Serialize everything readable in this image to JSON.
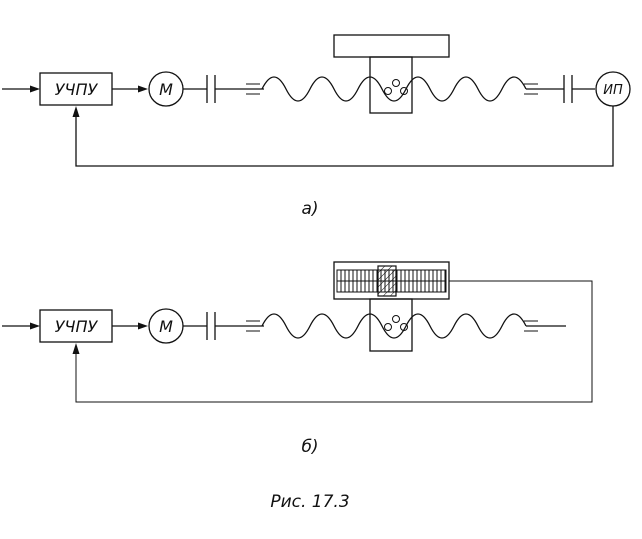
{
  "diagram_a": {
    "controller_label": "УЧПУ",
    "motor_label": "М",
    "sensor_label": "ИП",
    "caption": "а)"
  },
  "diagram_b": {
    "controller_label": "УЧПУ",
    "motor_label": "М",
    "caption": "б)"
  },
  "figure_caption": "Рис. 17.3"
}
